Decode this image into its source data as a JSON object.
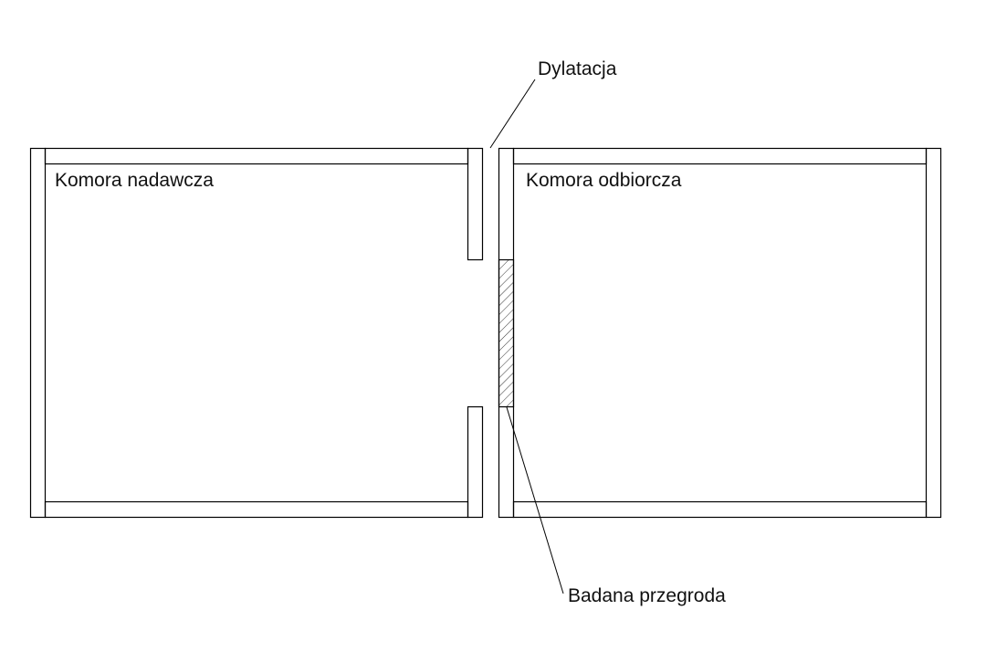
{
  "diagram": {
    "labels": {
      "sending_chamber": "Komora nadawcza",
      "receiving_chamber": "Komora odbiorcza",
      "expansion_joint": "Dylatacja",
      "tested_partition": "Badana przegroda"
    },
    "colors": {
      "line": "#000000",
      "background": "#ffffff"
    }
  }
}
